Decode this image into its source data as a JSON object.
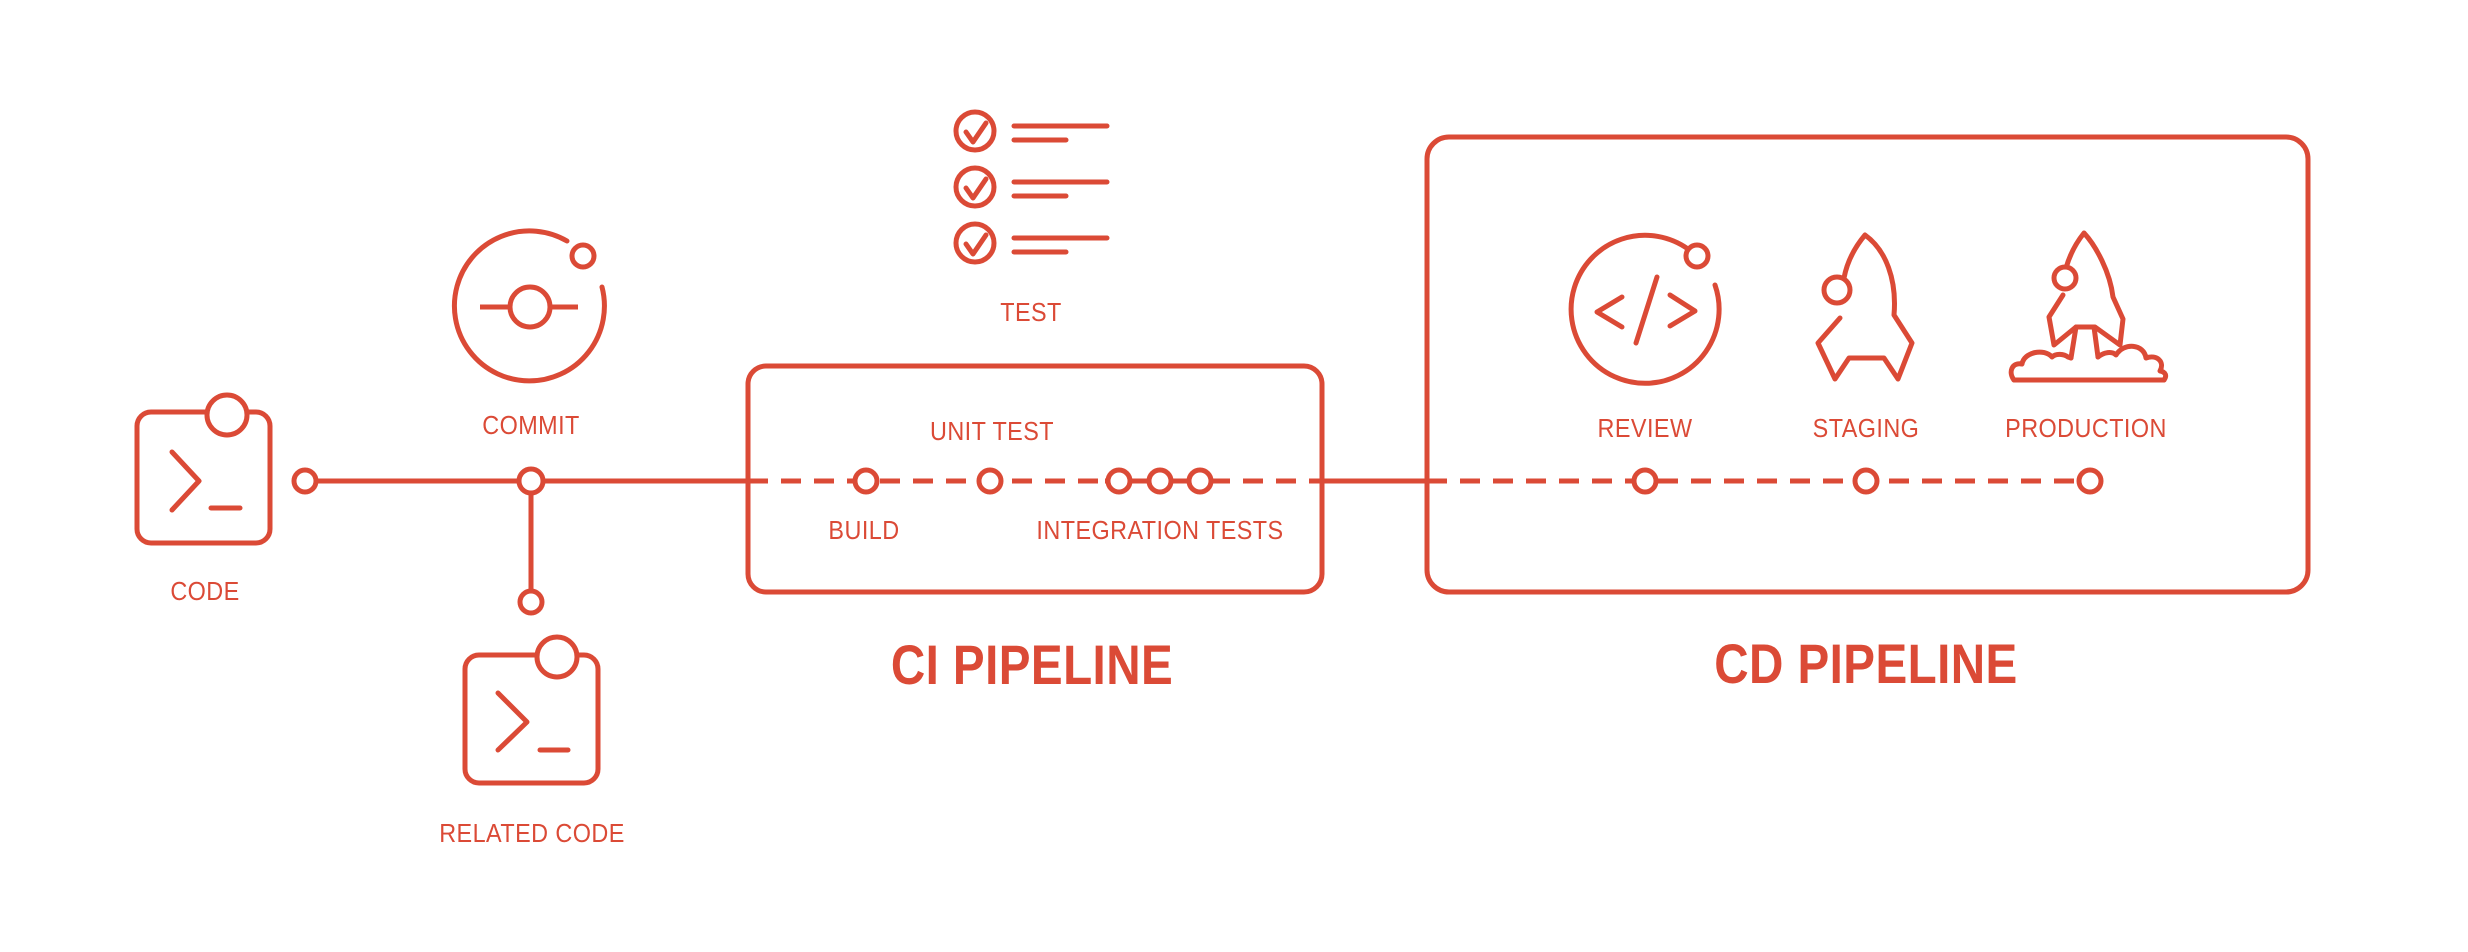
{
  "accent_color": "#DB4A36",
  "background_color": "#FFFFFF",
  "stages": {
    "code": "CODE",
    "commit": "COMMIT",
    "related_code": "RELATED CODE",
    "test": "TEST",
    "build": "BUILD",
    "unit_test": "UNIT TEST",
    "integration_tests": "INTEGRATION TESTS",
    "review": "REVIEW",
    "staging": "STAGING",
    "production": "PRODUCTION"
  },
  "sections": {
    "ci_pipeline": "CI PIPELINE",
    "cd_pipeline": "CD PIPELINE"
  },
  "icons": {
    "code": "terminal-window-icon",
    "commit": "git-commit-orbit-icon",
    "related_code": "terminal-window-icon",
    "test": "checklist-icon",
    "review": "code-brackets-orbit-icon",
    "staging": "rocket-standing-icon",
    "production": "rocket-launch-icon"
  }
}
